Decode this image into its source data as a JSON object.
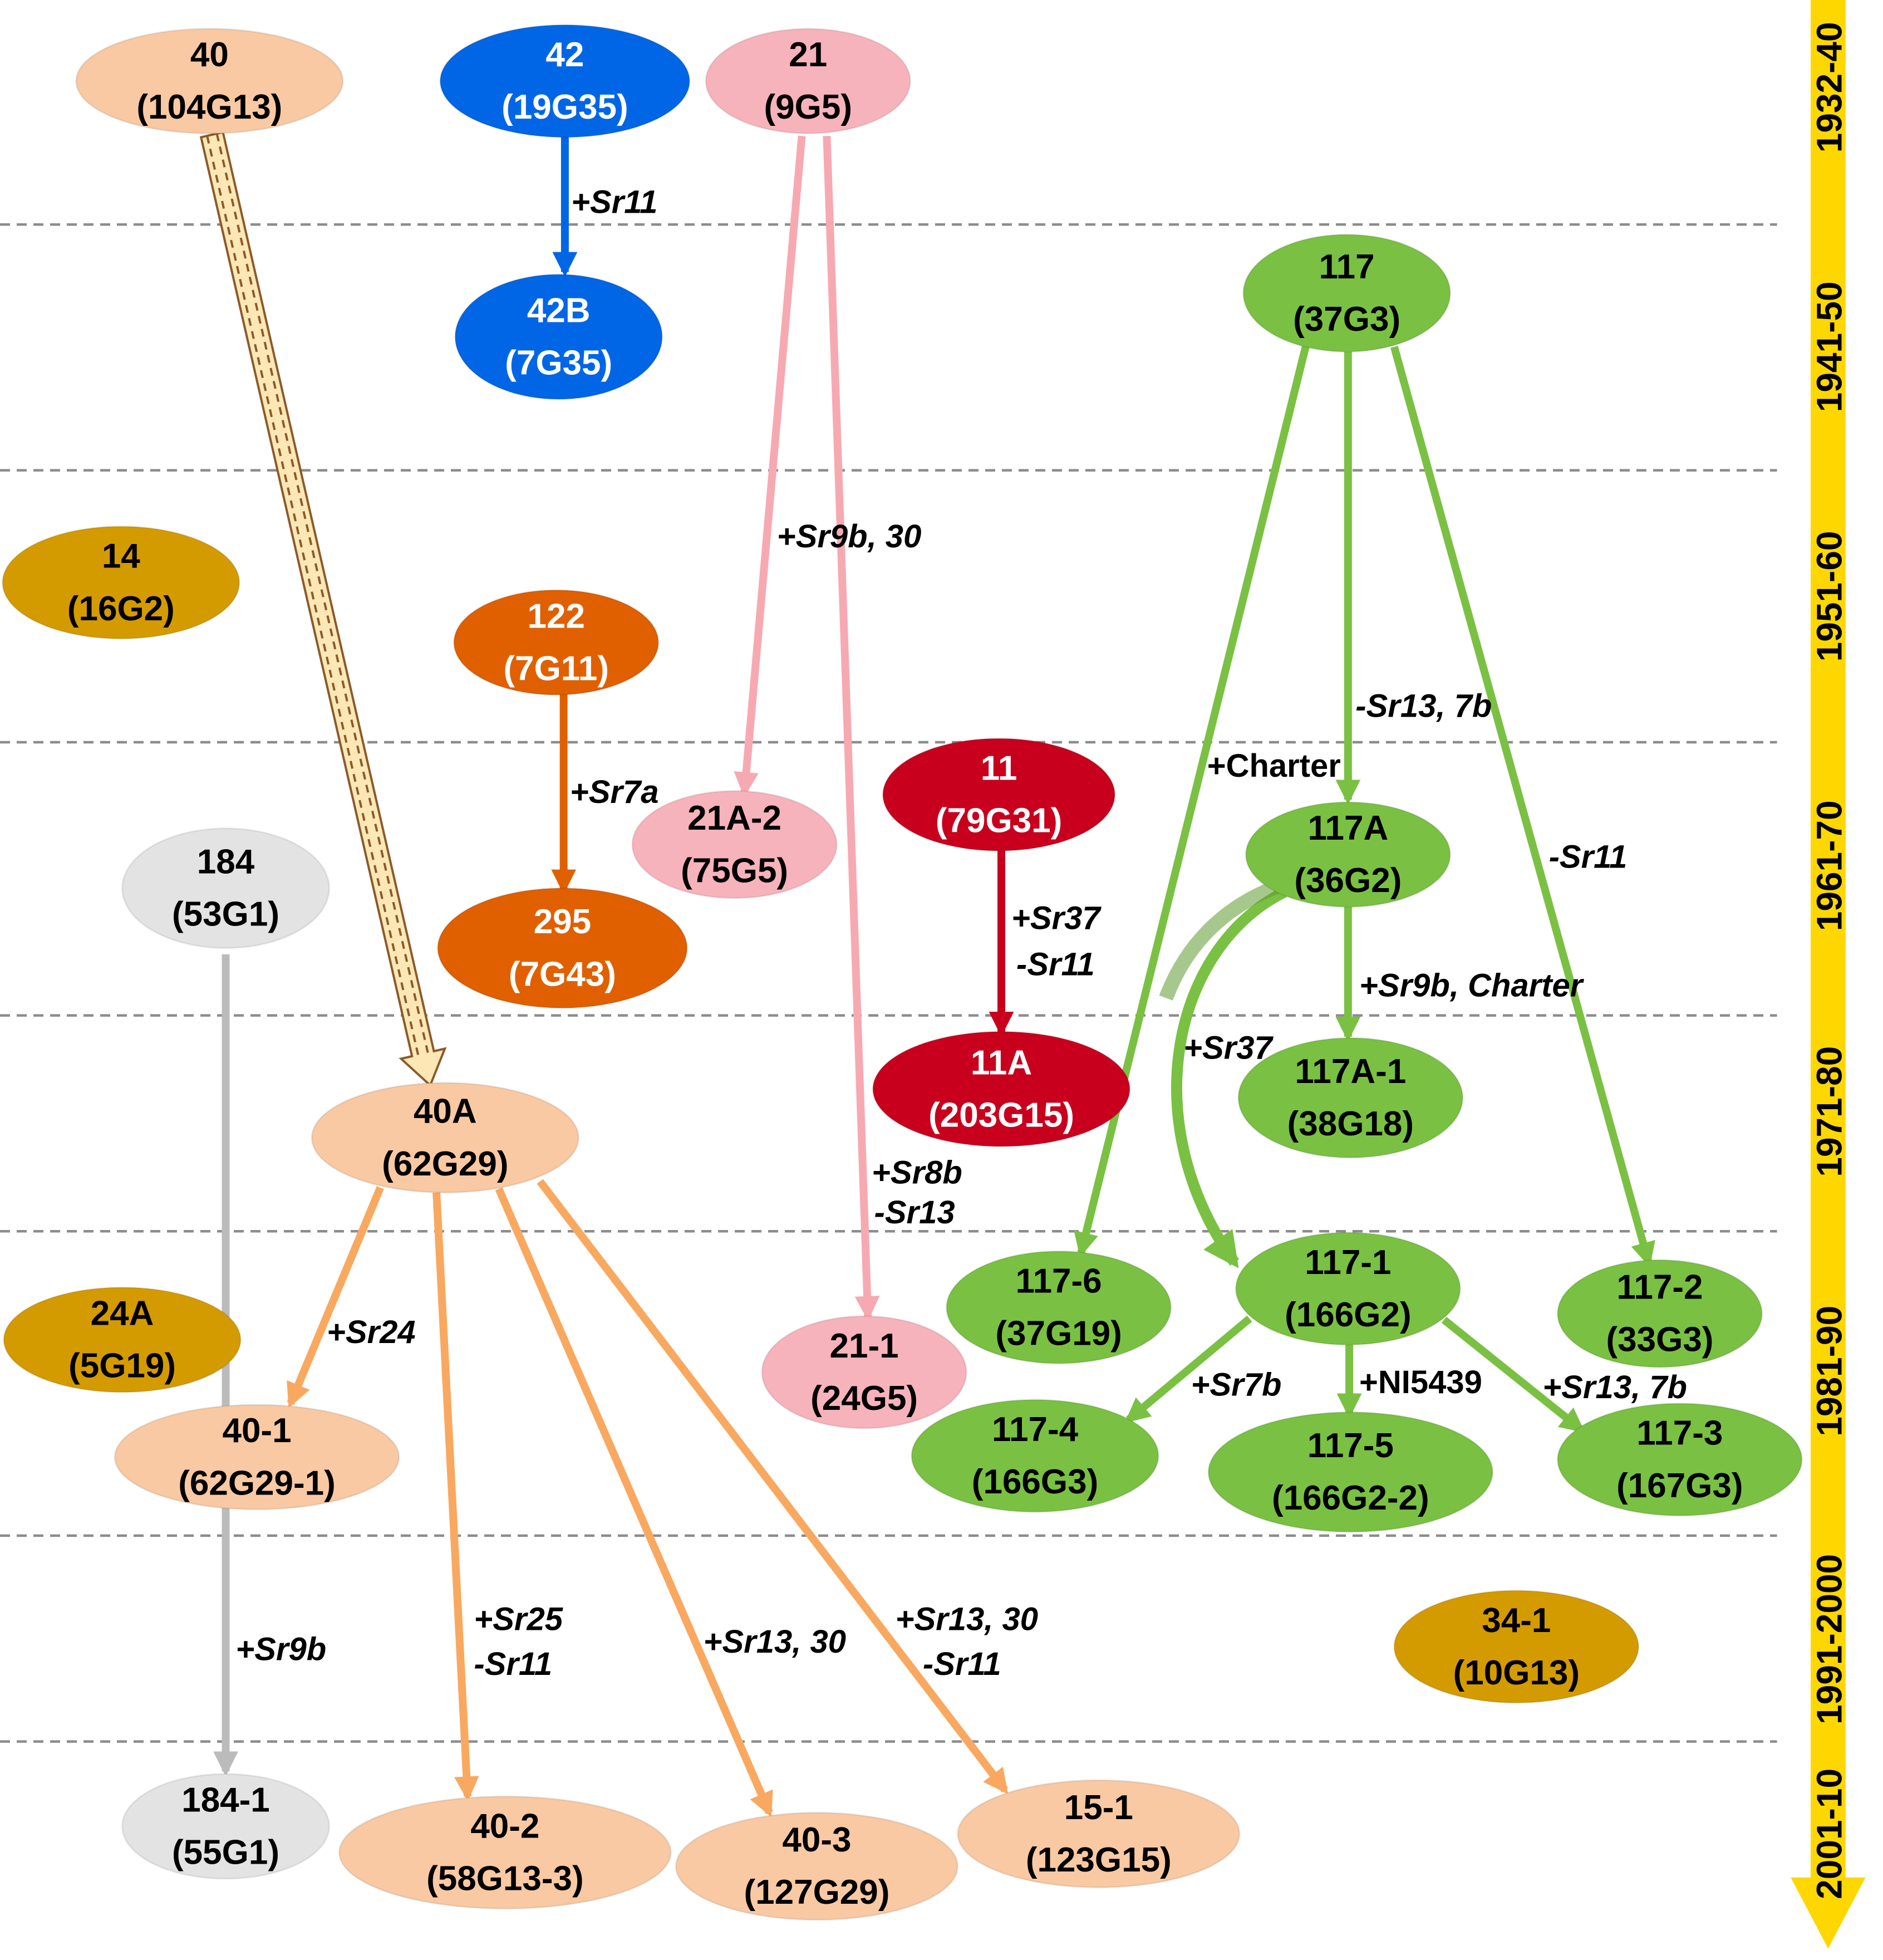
{
  "timeline": {
    "periods": [
      "1932-40",
      "1941-50",
      "1951-60",
      "1961-70",
      "1971-80",
      "1981-90",
      "1991-2000",
      "2001-10"
    ],
    "bar_color": "#FFD700"
  },
  "nodes": [
    {
      "id": "n40",
      "line1": "40",
      "line2": "(104G13)",
      "fill": "#F9C9A3",
      "text": "#000000"
    },
    {
      "id": "n42",
      "line1": "42",
      "line2": "(19G35)",
      "fill": "#0066E6",
      "text": "#ffffff"
    },
    {
      "id": "n21",
      "line1": "21",
      "line2": "(9G5)",
      "fill": "#F7B3BB",
      "text": "#000000"
    },
    {
      "id": "n42B",
      "line1": "42B",
      "line2": "(7G35)",
      "fill": "#0066E6",
      "text": "#ffffff"
    },
    {
      "id": "n117",
      "line1": "117",
      "line2": "(37G3)",
      "fill": "#7AC143",
      "text": "#000000"
    },
    {
      "id": "n14",
      "line1": "14",
      "line2": "(16G2)",
      "fill": "#D49B00",
      "text": "#000000"
    },
    {
      "id": "n122",
      "line1": "122",
      "line2": "(7G11)",
      "fill": "#E06000",
      "text": "#ffffff"
    },
    {
      "id": "n21A2",
      "line1": "21A-2",
      "line2": "(75G5)",
      "fill": "#F7B3BB",
      "text": "#000000"
    },
    {
      "id": "n11",
      "line1": "11",
      "line2": "(79G31)",
      "fill": "#C8001E",
      "text": "#ffffff"
    },
    {
      "id": "n117A",
      "line1": "117A",
      "line2": "(36G2)",
      "fill": "#7AC143",
      "text": "#000000"
    },
    {
      "id": "n184",
      "line1": "184",
      "line2": "(53G1)",
      "fill": "#E3E3E3",
      "text": "#000000"
    },
    {
      "id": "n295",
      "line1": "295",
      "line2": "(7G43)",
      "fill": "#E06000",
      "text": "#ffffff"
    },
    {
      "id": "n11A",
      "line1": "11A",
      "line2": "(203G15)",
      "fill": "#C8001E",
      "text": "#ffffff"
    },
    {
      "id": "n117A1",
      "line1": "117A-1",
      "line2": "(38G18)",
      "fill": "#7AC143",
      "text": "#000000"
    },
    {
      "id": "n40A",
      "line1": "40A",
      "line2": "(62G29)",
      "fill": "#F9C9A3",
      "text": "#000000"
    },
    {
      "id": "n117_6",
      "line1": "117-6",
      "line2": "(37G19)",
      "fill": "#7AC143",
      "text": "#000000"
    },
    {
      "id": "n117_1",
      "line1": "117-1",
      "line2": "(166G2)",
      "fill": "#7AC143",
      "text": "#000000"
    },
    {
      "id": "n117_2",
      "line1": "117-2",
      "line2": "(33G3)",
      "fill": "#7AC143",
      "text": "#000000"
    },
    {
      "id": "n24A",
      "line1": "24A",
      "line2": "(5G19)",
      "fill": "#D49B00",
      "text": "#000000"
    },
    {
      "id": "n21_1",
      "line1": "21-1",
      "line2": "(24G5)",
      "fill": "#F7B3BB",
      "text": "#000000"
    },
    {
      "id": "n40_1",
      "line1": "40-1",
      "line2": "(62G29-1)",
      "fill": "#F9C9A3",
      "text": "#000000"
    },
    {
      "id": "n117_4",
      "line1": "117-4",
      "line2": "(166G3)",
      "fill": "#7AC143",
      "text": "#000000"
    },
    {
      "id": "n117_5",
      "line1": "117-5",
      "line2": "(166G2-2)",
      "fill": "#7AC143",
      "text": "#000000"
    },
    {
      "id": "n117_3",
      "line1": "117-3",
      "line2": "(167G3)",
      "fill": "#7AC143",
      "text": "#000000"
    },
    {
      "id": "n34_1",
      "line1": "34-1",
      "line2": "(10G13)",
      "fill": "#D49B00",
      "text": "#000000"
    },
    {
      "id": "n184_1",
      "line1": "184-1",
      "line2": "(55G1)",
      "fill": "#E3E3E3",
      "text": "#000000"
    },
    {
      "id": "n40_2",
      "line1": "40-2",
      "line2": "(58G13-3)",
      "fill": "#F9C9A3",
      "text": "#000000"
    },
    {
      "id": "n40_3",
      "line1": "40-3",
      "line2": "(127G29)",
      "fill": "#F9C9A3",
      "text": "#000000"
    },
    {
      "id": "n15_1",
      "line1": "15-1",
      "line2": "(123G15)",
      "fill": "#F9C9A3",
      "text": "#000000"
    }
  ],
  "edges": [
    {
      "from": "n42",
      "to": "n42B",
      "lines": [
        "+Sr11"
      ],
      "color": "#0066E6"
    },
    {
      "from": "n21",
      "to": "n21A2",
      "lines": [
        "+Sr9b, 30"
      ],
      "color": "#F7A9B2"
    },
    {
      "from": "n21",
      "to": "n21_1",
      "lines": [
        "+Sr8b",
        "-Sr13"
      ],
      "color": "#F7A9B2"
    },
    {
      "from": "n122",
      "to": "n295",
      "lines": [
        "+Sr7a"
      ],
      "color": "#E06000"
    },
    {
      "from": "n11",
      "to": "n11A",
      "lines": [
        "+Sr37",
        "-Sr11"
      ],
      "color": "#C8001E"
    },
    {
      "from": "n117",
      "to": "n117A",
      "lines": [
        "-Sr13, 7b"
      ],
      "color": "#7AC143"
    },
    {
      "from": "n117",
      "to": "n117_6",
      "lines": [
        "+Charter"
      ],
      "color": "#7AC143",
      "plain": true
    },
    {
      "from": "n117",
      "to": "n117_2",
      "lines": [
        "-Sr11"
      ],
      "color": "#7AC143"
    },
    {
      "from": "n117A",
      "to": "n117A1",
      "lines": [
        "+Sr9b, Charter"
      ],
      "color": "#7AC143"
    },
    {
      "from": "n117A",
      "to": "n117_1",
      "lines": [
        "+Sr37"
      ],
      "color": "#7AC143"
    },
    {
      "from": "n117_1",
      "to": "n117_4",
      "lines": [
        "+Sr7b"
      ],
      "color": "#7AC143"
    },
    {
      "from": "n117_1",
      "to": "n117_5",
      "lines": [
        "+NI5439"
      ],
      "color": "#7AC143",
      "plain": true
    },
    {
      "from": "n117_1",
      "to": "n117_3",
      "lines": [
        "+Sr13, 7b"
      ],
      "color": "#7AC143"
    },
    {
      "from": "n40A",
      "to": "n40_1",
      "lines": [
        "+Sr24"
      ],
      "color": "#F9A860"
    },
    {
      "from": "n40A",
      "to": "n40_2",
      "lines": [
        "+Sr25",
        "-Sr11"
      ],
      "color": "#F9A860"
    },
    {
      "from": "n40A",
      "to": "n40_3",
      "lines": [
        "+Sr13, 30"
      ],
      "color": "#F9A860"
    },
    {
      "from": "n40A",
      "to": "n15_1",
      "lines": [
        "+Sr13, 30",
        "-Sr11"
      ],
      "color": "#F9A860"
    },
    {
      "from": "n184",
      "to": "n184_1",
      "lines": [
        "+Sr9b"
      ],
      "color": "#BBBBBB"
    },
    {
      "from": "n40",
      "to": "n40A",
      "lines": [],
      "color": "#8B5A2B",
      "style": "double"
    }
  ]
}
